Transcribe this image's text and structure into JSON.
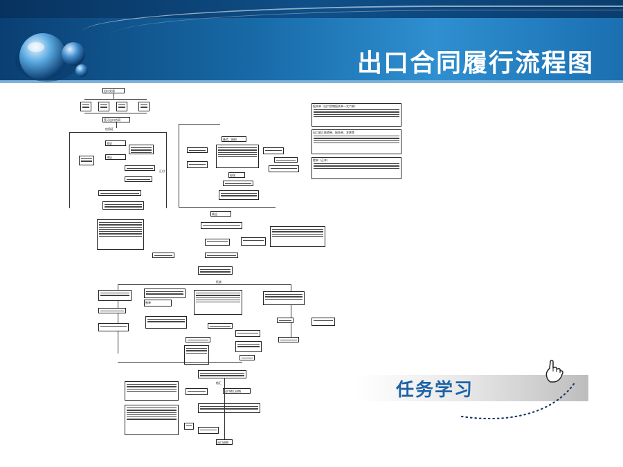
{
  "slide": {
    "title": "出口合同履行流程图",
    "task_label": "任务学习"
  },
  "flowchart": {
    "top_node": "出口交易",
    "sign_node": "签订出口合同",
    "prepare_node": "备货、报检",
    "ship_node": "装运",
    "settle_node": "出口收汇核销",
    "end_node": "出口退税",
    "left_branch": "信用证",
    "mid_branch": "托收",
    "right_branch": "汇付",
    "side_note_1": "报关单（出口货物报关单一式六联）",
    "side_note_2": "出口收汇核销单、报关单、发票等",
    "side_note_3": "提单（正本）",
    "bottom_node": "结汇",
    "doc_node": "制单",
    "insurance_node": "投保",
    "check_node": "审证",
    "amend_node": "改证"
  },
  "colors": {
    "header_dark": "#0a3f73",
    "header_light": "#2f8fd0",
    "title_text": "#ffffff",
    "task_text": "#1d63a6"
  }
}
